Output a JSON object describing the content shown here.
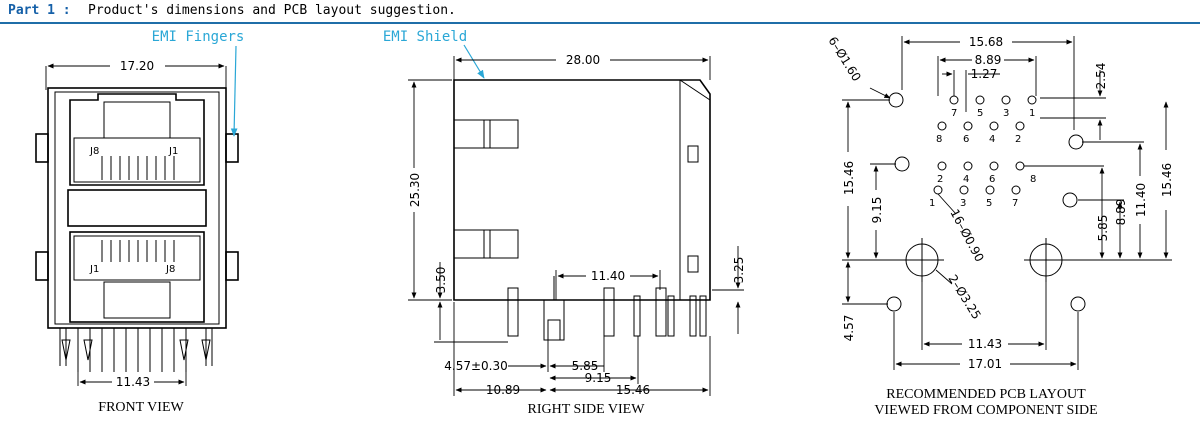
{
  "header": {
    "part": "Part 1 :",
    "desc": "Product's dimensions and PCB layout suggestion."
  },
  "callouts": {
    "emi_fingers": "EMI Fingers",
    "emi_shield": "EMI Shield"
  },
  "front": {
    "caption": "FRONT VIEW",
    "width": "17.20",
    "pin_pitch": "11.43",
    "j8_top": "J8",
    "j1_top": "J1",
    "j1_bot": "J1",
    "j8_bot": "J8"
  },
  "side": {
    "caption": "RIGHT SIDE VIEW",
    "length": "28.00",
    "height": "25.30",
    "standoff": "3.50",
    "d1140": "11.40",
    "d325": "3.25",
    "d457": "4.57±0.30",
    "d585": "5.85",
    "d915": "9.15",
    "d1089": "10.89",
    "d1546": "15.46"
  },
  "pcb": {
    "caption1": "RECOMMENDED PCB LAYOUT",
    "caption2": "VIEWED FROM COMPONENT SIDE",
    "d1568": "15.68",
    "d889": "8.89",
    "d127": "1.27",
    "d254": "2.54",
    "d1546l": "15.46",
    "d915": "9.15",
    "d457": "4.57",
    "d1546r": "15.46",
    "d1140": "11.40",
    "d889b": "8.89",
    "d585": "5.85",
    "d1143": "11.43",
    "d1701": "17.01",
    "hole6": "6–Ø1.60",
    "hole16": "16–Ø0.90",
    "hole2": "2–Ø3.25",
    "top_row1": [
      "7",
      "5",
      "3",
      "1"
    ],
    "top_row2": [
      "8",
      "6",
      "4",
      "2"
    ],
    "bot_row1": [
      "2",
      "4",
      "6",
      "8"
    ],
    "bot_row2": [
      "1",
      "3",
      "5",
      "7"
    ]
  }
}
